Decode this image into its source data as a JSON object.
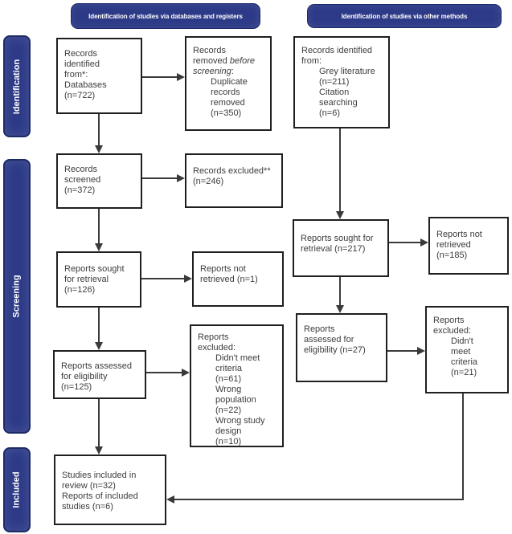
{
  "colors": {
    "navy": "#2d3a87",
    "navy_border": "#1c2a66",
    "line": "#3a3a3a",
    "box_border": "#1f1f1f",
    "text": "#3d3d3d"
  },
  "headers": {
    "databases": "Identification of studies via databases and registers",
    "other": "Identification of studies via other methods"
  },
  "stages": {
    "identification": "Identification",
    "screening": "Screening",
    "included": "Included"
  },
  "boxes": {
    "records_identified_databases": {
      "text": "Records\nidentified\nfrom*:\nDatabases\n(n=722)"
    },
    "records_removed": {
      "part1": "Records\nremoved ",
      "part2_italic": "before\nscreening",
      "part3": ":",
      "item": "Duplicate\nrecords\nremoved\n(n=350)"
    },
    "records_screened": {
      "text": "Records\nscreened\n(n=372)"
    },
    "records_excluded": {
      "text": "Records excluded**\n(n=246)"
    },
    "reports_sought_databases": {
      "text": "Reports sought\nfor retrieval\n(n=126)"
    },
    "reports_not_retrieved_databases": {
      "text": "Reports not\nretrieved (n=1)"
    },
    "reports_assessed_databases": {
      "text": "Reports assessed\nfor eligibility\n(n=125)"
    },
    "reports_excluded_databases": {
      "head": "Reports\nexcluded:",
      "item": "Didn't meet\ncriteria\n(n=61)\nWrong\npopulation\n(n=22)\nWrong study\ndesign\n(n=10)"
    },
    "studies_included": {
      "text": "Studies included in\nreview (n=32)\nReports of included\nstudies (n=6)"
    },
    "records_identified_other": {
      "head": "Records identified\nfrom:",
      "item": "Grey literature\n(n=211)\nCitation\nsearching\n(n=6)"
    },
    "reports_sought_other": {
      "text": "Reports sought for\nretrieval (n=217)"
    },
    "reports_not_retrieved_other": {
      "text": "Reports not\nretrieved\n(n=185)"
    },
    "reports_assessed_other": {
      "text": "Reports\nassessed for\neligibility (n=27)"
    },
    "reports_excluded_other": {
      "head": "Reports\nexcluded:",
      "item": "Didn't\nmeet\ncriteria\n(n=21)"
    }
  }
}
